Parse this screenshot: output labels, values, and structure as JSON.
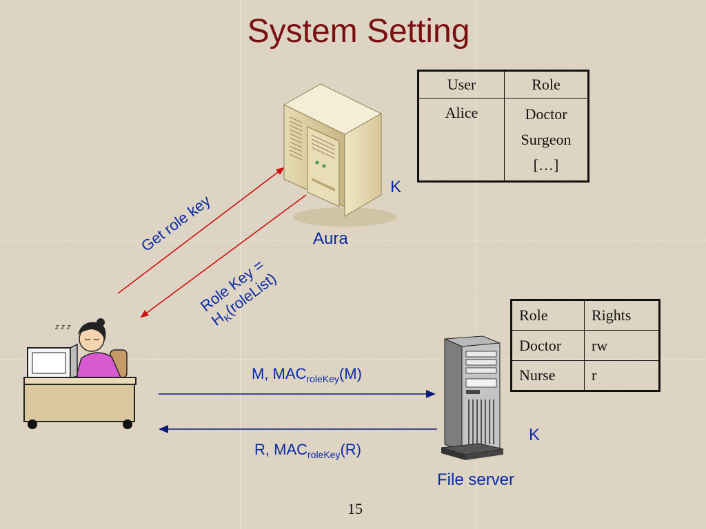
{
  "slide": {
    "title": "System Setting",
    "page_number": "15"
  },
  "user_role_table": {
    "headers": [
      "User",
      "Role"
    ],
    "rows": [
      {
        "user": "Alice",
        "roles": [
          "Doctor",
          "Surgeon",
          "[…]"
        ]
      }
    ]
  },
  "role_rights_table": {
    "headers": [
      "Role",
      "Rights"
    ],
    "rows": [
      [
        "Doctor",
        "rw"
      ],
      [
        "Nurse",
        "r"
      ]
    ]
  },
  "nodes": {
    "aura_label": "Aura",
    "aura_key": "K",
    "file_server_label": "File server",
    "file_server_key": "K"
  },
  "messages": {
    "get_role_key": "Get role key",
    "role_key_line1": "Role Key =",
    "role_key_line2_base": "H",
    "role_key_line2_sub": "K",
    "role_key_line2_rest": "(roleList)",
    "request_prefix": "M, MAC",
    "request_sub": "roleKey",
    "request_suffix": "(M)",
    "response_prefix": "R, MAC",
    "response_sub": "roleKey",
    "response_suffix": "(R)"
  },
  "colors": {
    "title": "#7a0f12",
    "label_blue": "#0a2aa6",
    "arrow_red": "#cc1111",
    "arrow_navy": "#0a1a7a"
  },
  "icons": [
    "aura-server-icon",
    "file-server-icon",
    "user-at-desk-icon"
  ]
}
